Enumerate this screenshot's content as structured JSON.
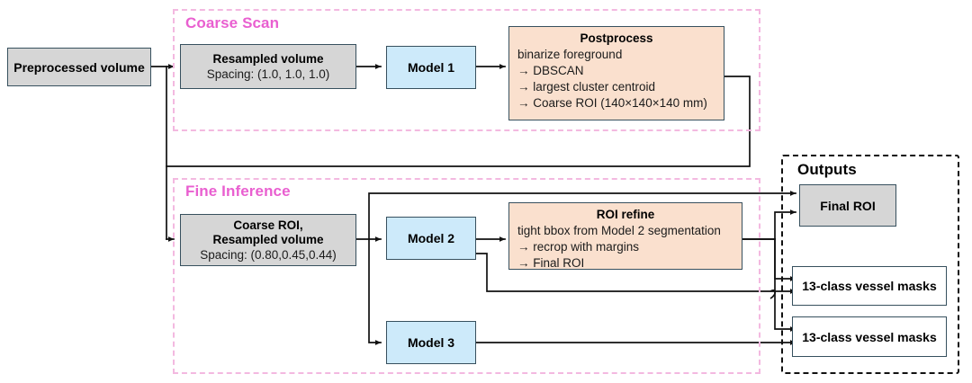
{
  "groups": {
    "coarse_scan": {
      "label": "Coarse Scan"
    },
    "fine_inference": {
      "label": "Fine Inference"
    },
    "outputs": {
      "label": "Outputs"
    }
  },
  "nodes": {
    "preprocessed_volume": {
      "title": "Preprocessed volume"
    },
    "resampled_volume": {
      "title": "Resampled volume",
      "sub": "Spacing: (1.0, 1.0, 1.0)"
    },
    "model1": {
      "title": "Model 1"
    },
    "postprocess": {
      "title": "Postprocess",
      "lines": [
        "binarize foreground",
        "→ DBSCAN",
        "→ largest cluster centroid",
        "→ Coarse ROI (140×140×140 mm)"
      ]
    },
    "coarse_roi_volume": {
      "title1": "Coarse ROI,",
      "title2": "Resampled volume",
      "sub": "Spacing: (0.80,0.45,0.44)"
    },
    "model2": {
      "title": "Model 2"
    },
    "roi_refine": {
      "title": "ROI refine",
      "lines": [
        "tight bbox from Model 2 segmentation",
        "→ recrop with margins",
        "→ Final ROI"
      ]
    },
    "model3": {
      "title": "Model 3"
    },
    "final_roi": {
      "title": "Final ROI"
    },
    "vessel_masks_1": {
      "title": "13-class vessel masks"
    },
    "vessel_masks_2": {
      "title": "13-class vessel masks"
    }
  },
  "colors": {
    "gray_fill": "#d6d6d6",
    "blue_fill": "#cdeafa",
    "peach_fill": "#fae0ce",
    "white_fill": "#ffffff",
    "box_border": "#37505e",
    "group_pink": "#f3b9e0",
    "group_pink_text": "#e95fd0",
    "group_black": "#111111",
    "wire": "#111111"
  }
}
